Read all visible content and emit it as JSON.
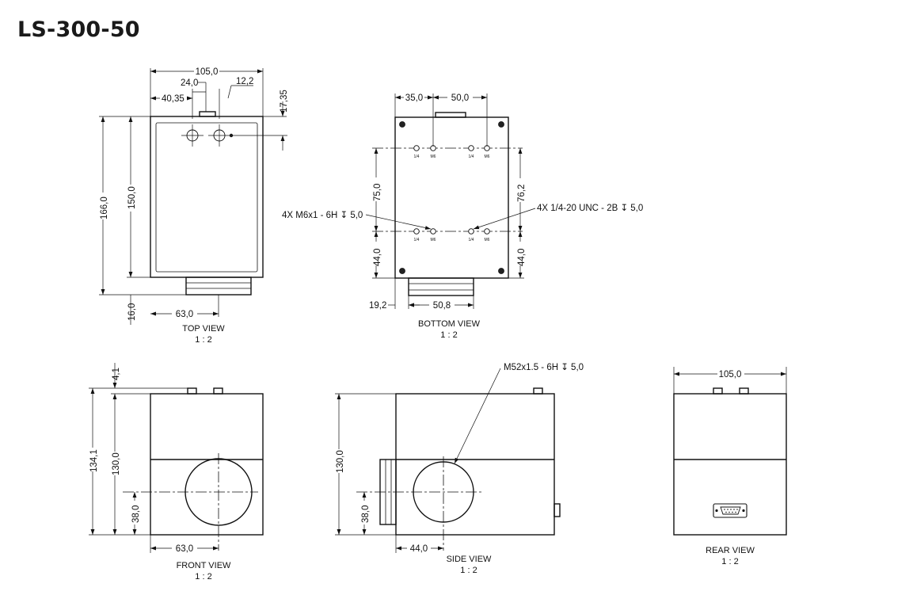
{
  "title": "LS-300-50",
  "views": {
    "top": {
      "name": "TOP VIEW",
      "scale": "1 : 2"
    },
    "bottom": {
      "name": "BOTTOM VIEW",
      "scale": "1 : 2"
    },
    "front": {
      "name": "FRONT VIEW",
      "scale": "1 : 2"
    },
    "side": {
      "name": "SIDE VIEW",
      "scale": "1 : 2"
    },
    "rear": {
      "name": "REAR VIEW",
      "scale": "1 : 2"
    }
  },
  "dimensions": {
    "top": {
      "width": "105,0",
      "conn_width": "24,0",
      "hole_off": "12,2",
      "left_off": "40,35",
      "height": "166,0",
      "body_height": "150,0",
      "top_off": "17,35",
      "lens_x": "63,0",
      "lens_len": "16,0"
    },
    "bottom": {
      "left": "35,0",
      "spacing": "50,0",
      "v_spacing": "75,0",
      "v_spacing2": "76,2",
      "bottom_left": "44,0",
      "bottom_right": "44,0",
      "left_edge": "19,2",
      "lens_width": "50,8"
    },
    "front": {
      "total_height": "134,1",
      "body_height": "130,0",
      "connector": "4,1",
      "lens_center": "38,0",
      "lens_x": "63,0"
    },
    "side": {
      "body_height": "130,0",
      "lens_center": "38,0",
      "lens_x": "44,0"
    },
    "rear": {
      "width": "105,0"
    }
  },
  "callouts": {
    "m6": "4X M6x1 - 6H ↧ 5,0",
    "unc": "4X 1/4-20 UNC - 2B ↧ 5,0",
    "m52": "M52x1.5 - 6H ↧ 5,0"
  },
  "hole_labels": {
    "quarter": "1/4",
    "m6": "M6"
  }
}
